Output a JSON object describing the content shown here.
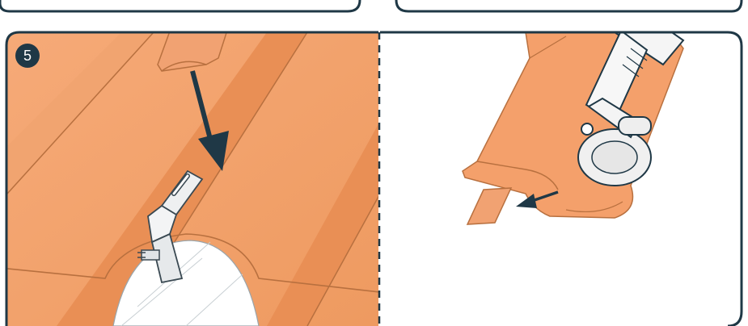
{
  "step": {
    "number": "5"
  },
  "colors": {
    "frame": "#1f3846",
    "tile": "#f4a06b",
    "tile_dark": "#e0864d",
    "tile_light": "#f9c49c",
    "hook_metal": "#eeeeee",
    "tool_body": "#f5f5f5",
    "arrow": "#1f3846",
    "divider": "#1f3846"
  },
  "panels": [
    {
      "id": "left",
      "content": "place-tile-over-hook"
    },
    {
      "id": "right",
      "content": "trim-tile-with-angle-grinder"
    }
  ],
  "icons": [
    "roof-hook-icon",
    "angle-grinder-icon",
    "roof-tile-icon",
    "down-arrow-icon",
    "left-arrow-icon"
  ]
}
